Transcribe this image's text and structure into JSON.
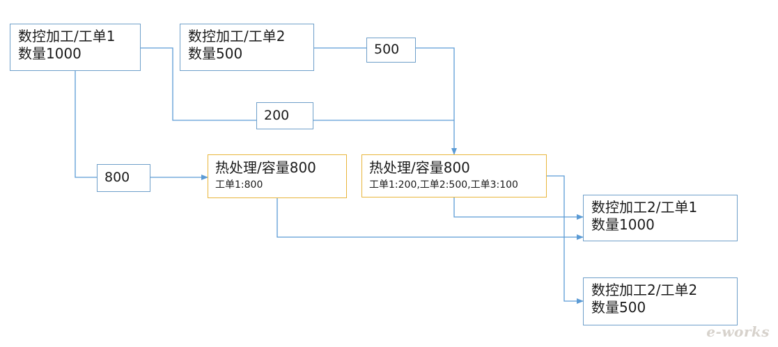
{
  "diagram": {
    "nodes": {
      "cnc1_order1": {
        "line1": "数控加工/工单1",
        "line2": "数量1000"
      },
      "cnc1_order2": {
        "line1": "数控加工/工单2",
        "line2": "数量500"
      },
      "heat1": {
        "line1": "热处理/容量800",
        "line2": "工单1:800"
      },
      "heat2": {
        "line1": "热处理/容量800",
        "line2": "工单1:200,工单2:500,工单3:100"
      },
      "cnc2_order1": {
        "line1": "数控加工2/工单1",
        "line2": "数量1000"
      },
      "cnc2_order2": {
        "line1": "数控加工2/工单2",
        "line2": "数量500"
      }
    },
    "quantity_labels": {
      "q500": "500",
      "q200": "200",
      "q800": "800"
    },
    "colors": {
      "connector": "#5b9bd5",
      "order_border": "#6d9ec9",
      "heat_border": "#e8b53a"
    }
  },
  "watermark": {
    "text": "e-works"
  }
}
